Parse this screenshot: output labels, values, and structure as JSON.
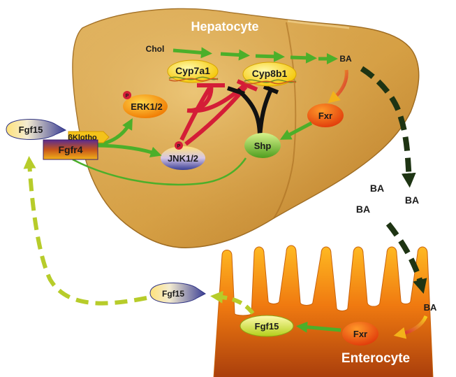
{
  "labels": {
    "hepatocyte": "Hepatocyte",
    "enterocyte": "Enterocyte",
    "chol": "Chol",
    "cyp7a1": "Cyp7a1",
    "cyp8b1": "Cyp8b1",
    "erk": "ERK1/2",
    "jnk": "JNK1/2",
    "fxr_liver": "Fxr",
    "shp": "Shp",
    "ba_liver": "BA",
    "ba_mid_left": "BA",
    "ba_mid_top": "BA",
    "ba_mid_right": "BA",
    "ba_intestine": "BA",
    "fgf15_receptor": "Fgf15",
    "bklotho": "βKlotho",
    "fgfr4": "Fgfr4",
    "fgf15_secreted": "Fgf15",
    "fgf15_intestine": "Fgf15",
    "fxr_intestine": "Fxr",
    "phospho": "P"
  },
  "colors": {
    "liver": "#d9a447",
    "liver_dark": "#a8691d",
    "green_arrow": "#4caf2a",
    "lime_dashed": "#b7cc2a",
    "dark_dashed": "#1e3413",
    "inhibit_red": "#d41d37",
    "inhibit_black": "#111111",
    "enterocyte_top": "#ffb020",
    "enterocyte_bottom": "#b3430a"
  }
}
